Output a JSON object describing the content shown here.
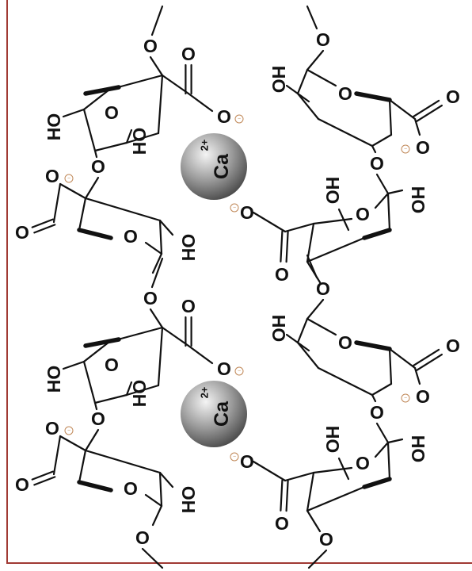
{
  "labels": {
    "oxygen": "O",
    "hydroxyl": "HO",
    "anion_charge": "−"
  },
  "ions": [
    {
      "symbol": "Ca",
      "charge": "2+"
    },
    {
      "symbol": "Ca",
      "charge": "2+"
    }
  ],
  "colors": {
    "frame": "#a03a34",
    "bond": "#111111",
    "ion_light": "#f4f4f4",
    "ion_dark": "#4a4a4a",
    "charge_marker": "#c08858"
  }
}
